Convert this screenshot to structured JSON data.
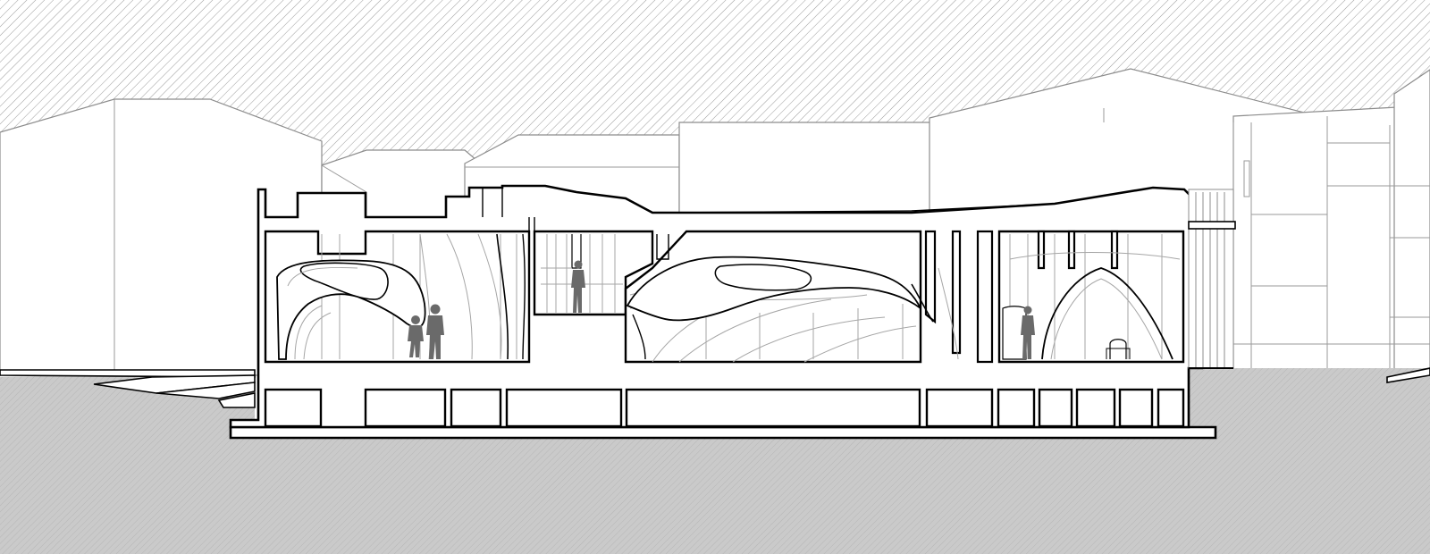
{
  "drawing": {
    "kind": "architectural section",
    "colors": {
      "sky_hatch": "#9a9a9a",
      "ground_fill": "#c9c9c9",
      "ground_hatch": "#b8b8b8",
      "cut_line": "#000000",
      "context_line": "#8c8c8c",
      "interior_line": "#a6a6a6",
      "figure": "#6a6a6a",
      "paper": "#ffffff"
    },
    "figures": [
      {
        "name": "visitor-a"
      },
      {
        "name": "visitor-b"
      },
      {
        "name": "visitor-c"
      },
      {
        "name": "visitor-d"
      }
    ]
  }
}
